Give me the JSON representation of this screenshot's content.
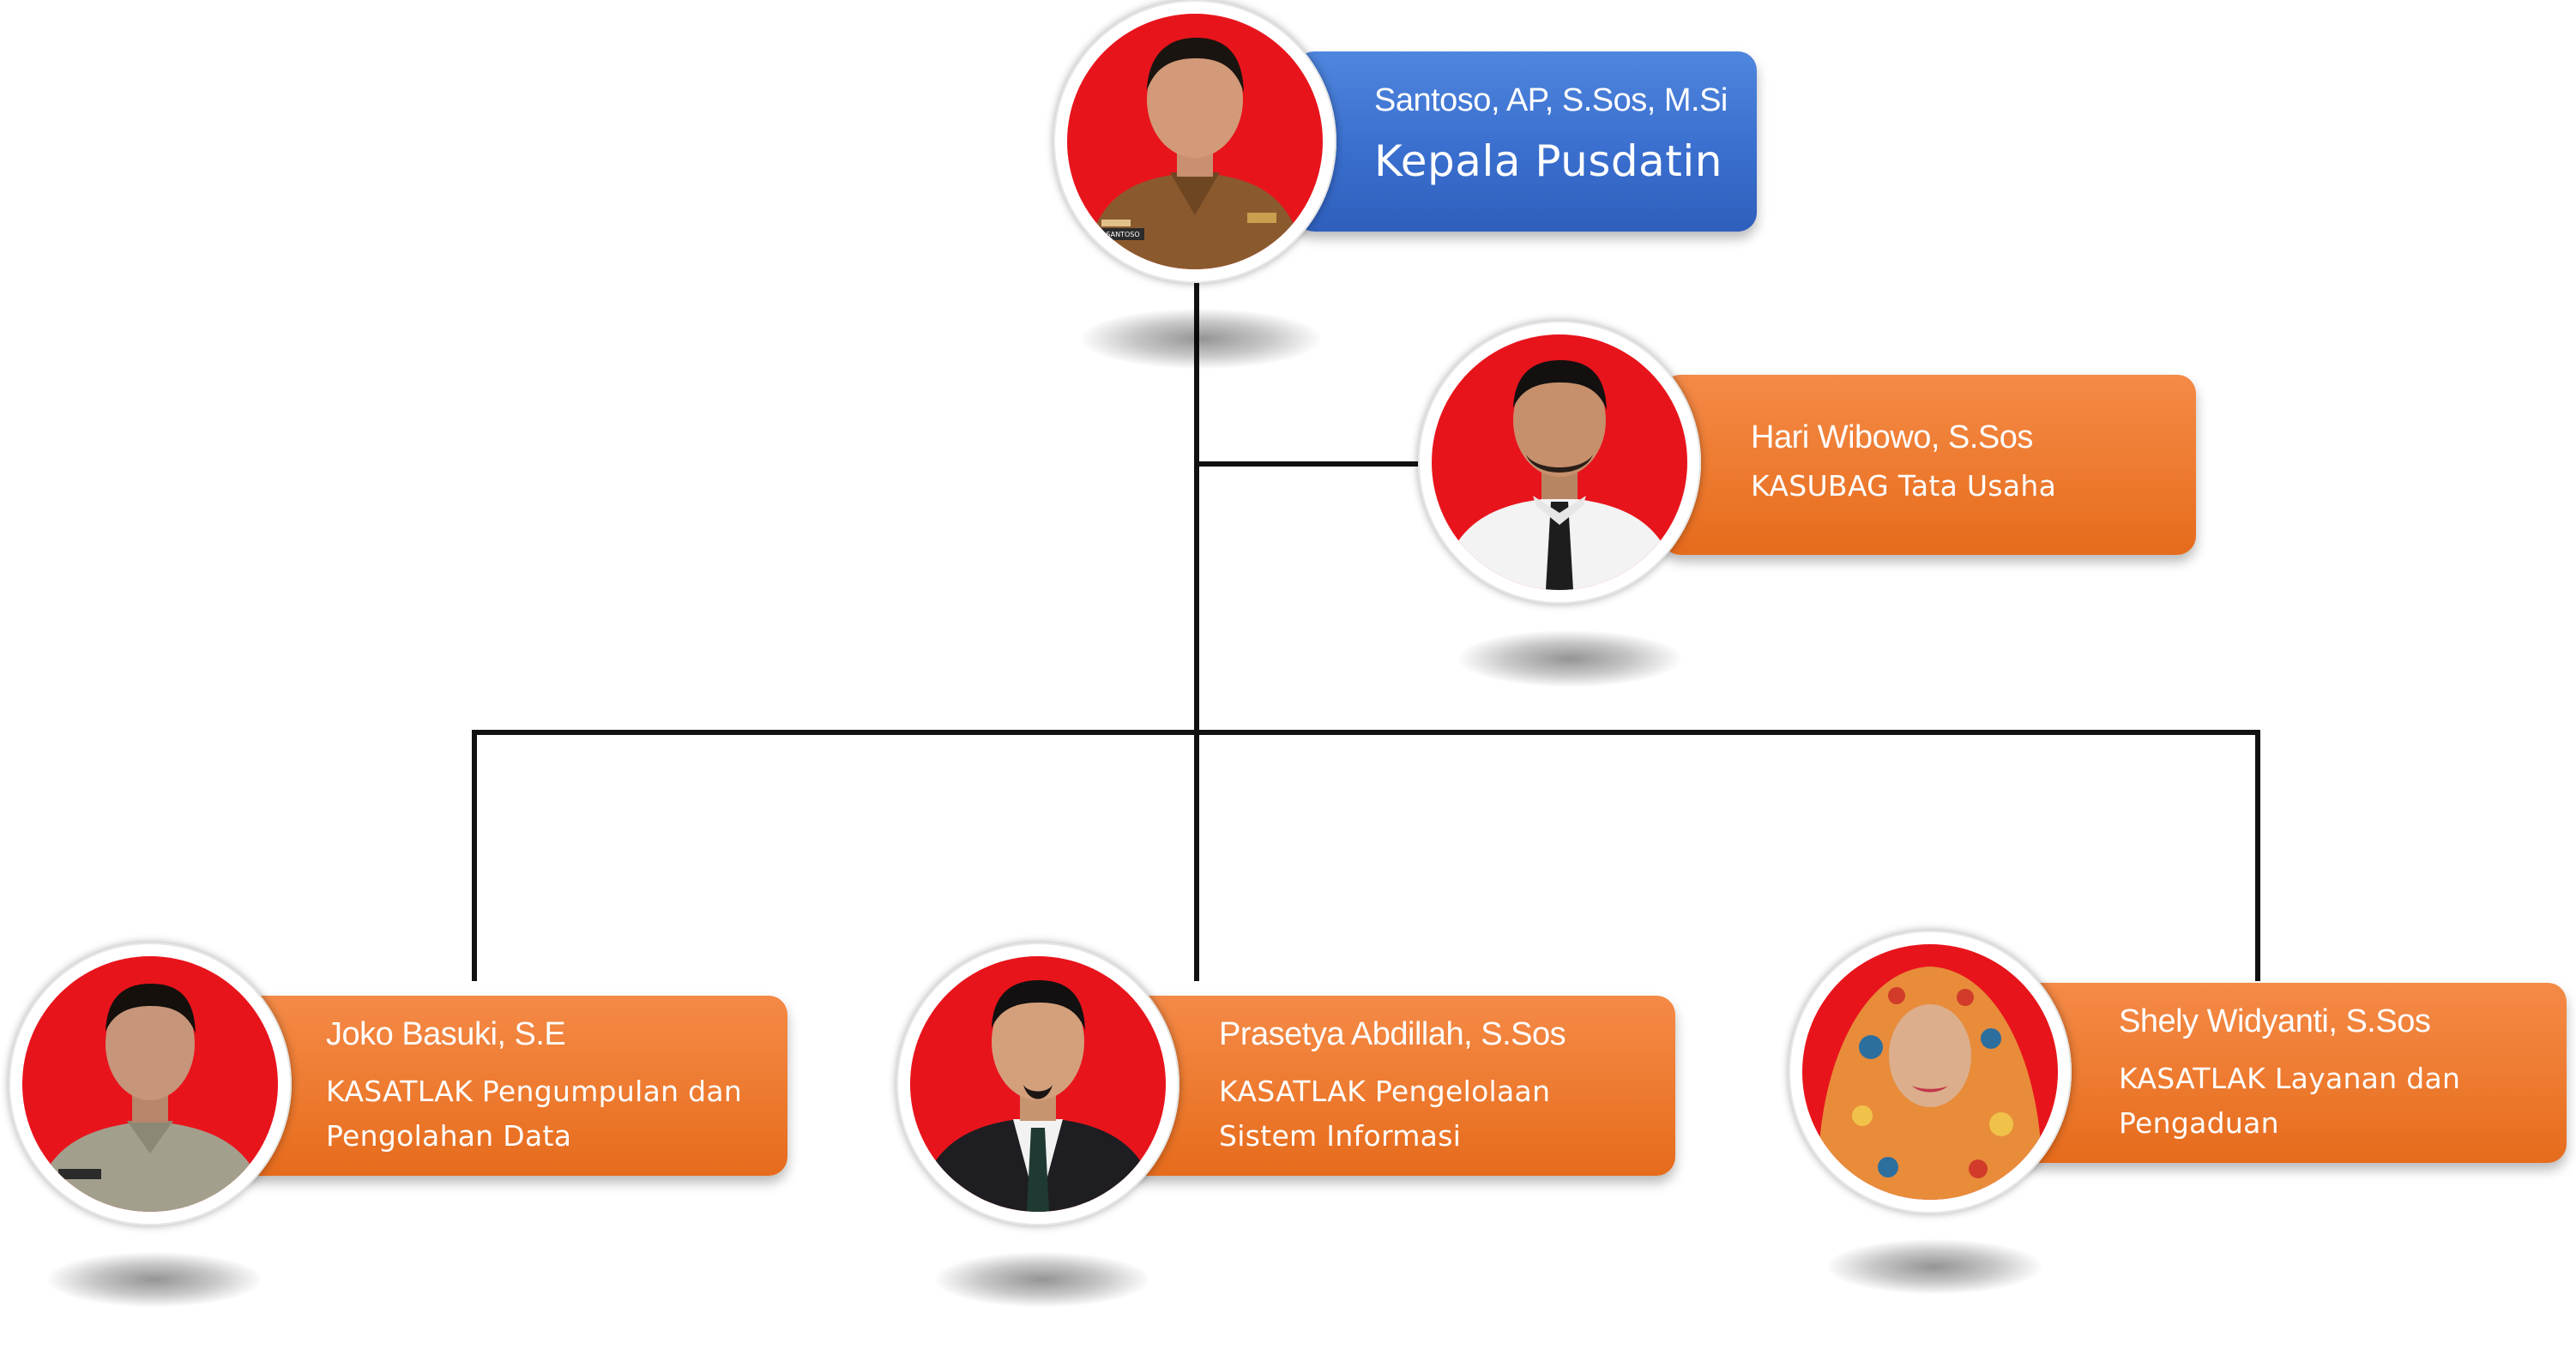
{
  "org_chart": {
    "head": {
      "name": "Santoso, AP, S.Sos, M.Si",
      "role": "Kepala Pusdatin",
      "name_tag": "SANTOSO"
    },
    "admin": {
      "name": "Hari Wibowo, S.Sos",
      "role": "KASUBAG Tata Usaha"
    },
    "units": [
      {
        "name": "Joko Basuki, S.E",
        "role_line1": "KASATLAK Pengumpulan dan",
        "role_line2": "Pengolahan Data"
      },
      {
        "name": "Prasetya Abdillah, S.Sos",
        "role_line1": "KASATLAK Pengelolaan",
        "role_line2": "Sistem Informasi"
      },
      {
        "name": "Shely Widyanti, S.Sos",
        "role_line1": "KASATLAK Layanan dan",
        "role_line2": "Pengaduan"
      }
    ]
  },
  "colors": {
    "head_card": "#3a6fcf",
    "staff_card": "#ed7a2f",
    "photo_background": "#e8141c",
    "connector": "#111111"
  }
}
